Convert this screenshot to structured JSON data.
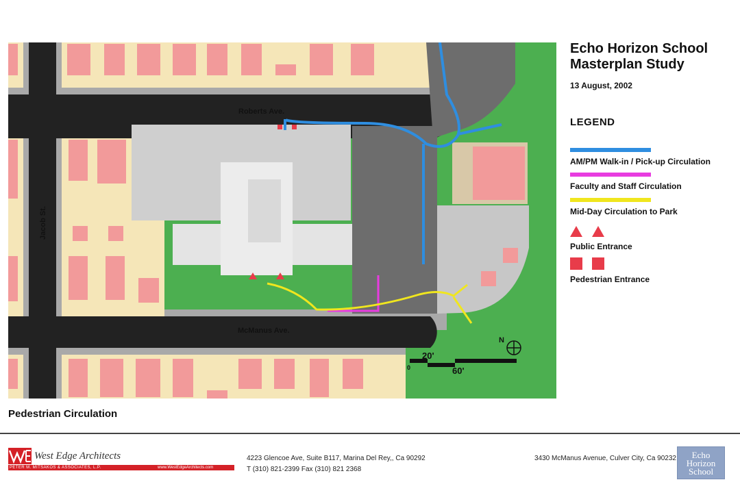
{
  "title": {
    "line1": "Echo Horizon School",
    "line2": "Masterplan Study",
    "date": "13 August, 2002"
  },
  "legend": {
    "heading": "LEGEND",
    "items": [
      {
        "label": "AM/PM Walk-in / Pick-up Circulation",
        "color": "#2f8ee0",
        "symbol": "line"
      },
      {
        "label": "Faculty and Staff Circulation",
        "color": "#e83ce0",
        "symbol": "line"
      },
      {
        "label": "Mid-Day Circulation to Park",
        "color": "#f0e61e",
        "symbol": "line"
      },
      {
        "label": "Public Entrance",
        "color": "#e83c4a",
        "symbol": "triangle"
      },
      {
        "label": "Pedestrian Entrance",
        "color": "#e83c4a",
        "symbol": "square"
      }
    ]
  },
  "map": {
    "streets": [
      "Roberts Ave.",
      "McManus Ave.",
      "Jacob St."
    ],
    "scale": {
      "labels": [
        "0",
        "20'",
        "60'"
      ]
    },
    "north_label": "N",
    "colors": {
      "lot": "#f5e6b8",
      "building": "#f29a9a",
      "road": "#222222",
      "sidewalk": "#a9a9a9",
      "park": "#4caf50",
      "school": "#d6d6d6",
      "parking": "#6d6d6d"
    }
  },
  "plan_title": "Pedestrian Circulation",
  "footer": {
    "firm_name": "West Edge Architects",
    "firm_sub": "PETER M. MITSAKOS & ASSOCIATES, L.P.",
    "firm_url": "www.WestEdgeArchitects.com",
    "address_line1": "4223 Glencoe Ave, Suite B117, Marina Del Rey,, Ca 90292",
    "address_line2": "T (310) 821-2399   Fax (310) 821 2368",
    "site_address": "3430 McManus Avenue, Culver City, Ca 90232",
    "school_logo": "Echo Horizon School"
  }
}
